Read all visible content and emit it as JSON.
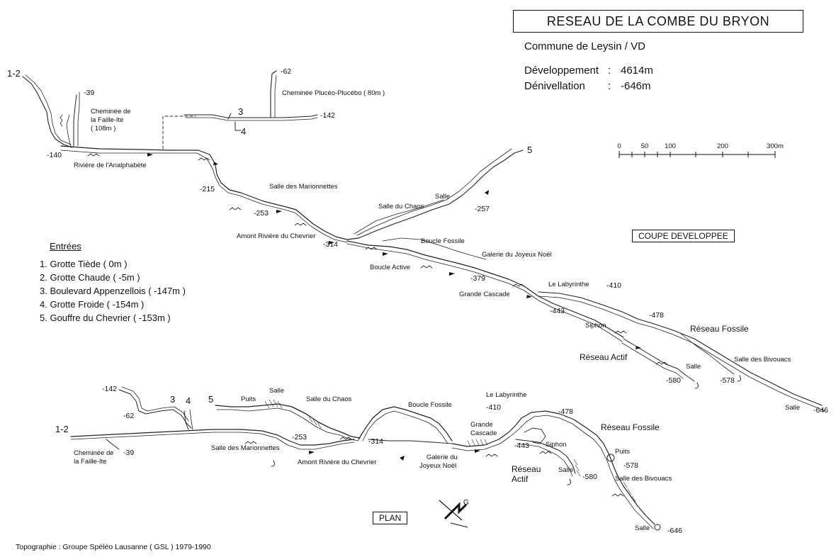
{
  "header": {
    "title": "RESEAU DE LA COMBE DU BRYON",
    "commune": "Commune de Leysin / VD",
    "stats": [
      {
        "label": "Développement",
        "value": "4614m"
      },
      {
        "label": "Dénivellation",
        "value": "-646m"
      }
    ]
  },
  "scale_bar": {
    "ticks": [
      "0",
      "50",
      "100",
      "200",
      "300m"
    ],
    "tick_values_m": [
      0,
      50,
      100,
      200,
      300
    ]
  },
  "entrees": {
    "title": "Entrées",
    "items": [
      "1.  Grotte Tiède  ( 0m )",
      "2.  Grotte Chaude  ( -5m )",
      "3.  Boulevard Appenzellois  ( -147m )",
      "4.  Grotte Froide  ( -154m )",
      "5.  Gouffre du Chevrier  ( -153m )"
    ]
  },
  "section": {
    "box_label": "COUPE DEVELOPPEE",
    "entry_labels": [
      "1-2",
      "3",
      "4",
      "5"
    ],
    "place_labels": {
      "cheminee_faille": "Cheminée de",
      "cheminee_faille_2": "la Faille-Ite",
      "cheminee_faille_3": "( 108m )",
      "cheminee_pluceo": "Cheminée Plucéo-Plucébo ( 80m )",
      "riviere": "Rivière de l'Analphabète",
      "salle_marionnettes": "Salle des Marionnettes",
      "amont_riviere": "Amont Rivière du Chevrier",
      "salle_chaos": "Salle du Chaos",
      "salle_1": "Salle",
      "boucle_fossile": "Boucle Fossile",
      "boucle_active": "Boucle Active",
      "galerie_joyeux": "Galerie du Joyeux Noël",
      "grande_cascade": "Grande Cascade",
      "labyrinthe": "Le Labyrinthe",
      "siphon": "Siphon",
      "reseau_fossile": "Réseau Fossile",
      "reseau_actif": "Réseau Actif",
      "salle_bivouacs": "Salle des Bivouacs",
      "salle_2": "Salle",
      "salle_3": "Salle"
    },
    "depths": {
      "d39": "-39",
      "d62": "-62",
      "d142": "-142",
      "d140": "-140",
      "d215": "-215",
      "d253": "-253",
      "d257": "-257",
      "d314": "-314",
      "d379": "-379",
      "d410": "-410",
      "d443": "-443",
      "d478": "-478",
      "d580": "-580",
      "d578": "-578",
      "d646": "-646"
    }
  },
  "plan": {
    "box_label": "PLAN",
    "north_letter": "G",
    "entry_labels": [
      "1-2",
      "3",
      "4",
      "5"
    ],
    "place_labels": {
      "cheminee_faille": "Cheminée de",
      "cheminee_faille_2": "la Faille-Ite",
      "puits_1": "Puits",
      "salle_1": "Salle",
      "salle_chaos": "Salle du Chaos",
      "boucle_fossile": "Boucle Fossile",
      "labyrinthe": "Le Labyrinthe",
      "grande_cascade": "Grande",
      "grande_cascade_2": "Cascade",
      "reseau_fossile": "Réseau Fossile",
      "salle_marionnettes": "Salle des Marionnettes",
      "amont_riviere": "Amont Rivière du Chevrier",
      "galerie_joyeux": "Galerie du",
      "galerie_joyeux_2": "Joyeux Noël",
      "siphon": "Siphon",
      "reseau_actif": "Réseau",
      "reseau_actif_2": "Actif",
      "salle_2": "Salle",
      "puits_2": "Puits",
      "salle_bivouacs": "Salle des Bivouacs",
      "salle_3": "Salle"
    },
    "depths": {
      "d142": "-142",
      "d62": "-62",
      "d39": "-39",
      "d253": "-253",
      "d314": "-314",
      "d410": "-410",
      "d478": "-478",
      "d443": "-443",
      "d578": "-578",
      "d580": "-580",
      "d646": "-646"
    }
  },
  "credit": "Topographie  :  Groupe Spéléo Lausanne  ( GSL )   1979-1990"
}
